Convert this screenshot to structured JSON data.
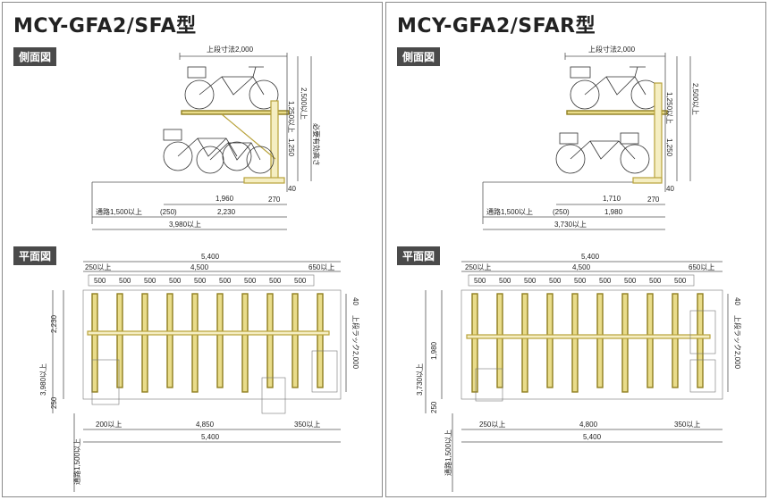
{
  "left": {
    "title": "MCY-GFA2/SFA型",
    "side_label": "側面図",
    "plan_label": "平面図",
    "side": {
      "upper_width": "上段寸法2,000",
      "upper_height": "1,250以上",
      "total_height": "2,500以上",
      "lower_height": "1,250",
      "clear_height": "必要有効高さ",
      "base_40": "40",
      "base_270": "270",
      "depth_main": "1,960",
      "aisle": "通路1,500以上",
      "offset": "(250)",
      "depth_total": "2,230",
      "overall": "3,980以上"
    },
    "plan": {
      "top_total": "5,400",
      "left_margin": "250以上",
      "pitch_total": "4,500",
      "right_margin": "650以上",
      "pitch": [
        "500",
        "500",
        "500",
        "500",
        "500",
        "500",
        "500",
        "500",
        "500"
      ],
      "dim_40": "40",
      "rack_length": "上段ラック2,000",
      "depth_2230": "2,230",
      "depth_250": "250",
      "overall_depth": "3,980以上",
      "aisle_vertical": "通路1,500以上",
      "bottom_left": "200以上",
      "bottom_mid": "4,850",
      "bottom_right": "350以上",
      "bottom_total": "5,400"
    }
  },
  "right": {
    "title": "MCY-GFA2/SFAR型",
    "side_label": "側面図",
    "plan_label": "平面図",
    "side": {
      "upper_width": "上段寸法2,000",
      "upper_height": "1,250以上",
      "total_height": "2,500以上",
      "lower_height": "1,250",
      "base_40": "40",
      "base_270": "270",
      "depth_main": "1,710",
      "aisle": "通路1,500以上",
      "offset": "(250)",
      "depth_total": "1,980",
      "overall": "3,730以上"
    },
    "plan": {
      "top_total": "5,400",
      "left_margin": "250以上",
      "pitch_total": "4,500",
      "right_margin": "650以上",
      "pitch": [
        "500",
        "500",
        "500",
        "500",
        "500",
        "500",
        "500",
        "500",
        "500"
      ],
      "dim_40": "40",
      "rack_length": "上段ラック2,000",
      "depth_1980": "1,980",
      "depth_250": "250",
      "overall_depth": "3,730以上",
      "aisle_vertical": "通路1,500以上",
      "bottom_left": "250以上",
      "bottom_mid": "4,800",
      "bottom_right": "350以上",
      "bottom_total": "5,400"
    }
  },
  "colors": {
    "frame": "#b8a23a",
    "rack": "#e9dc8a",
    "label_bg": "#4a4a4a"
  }
}
